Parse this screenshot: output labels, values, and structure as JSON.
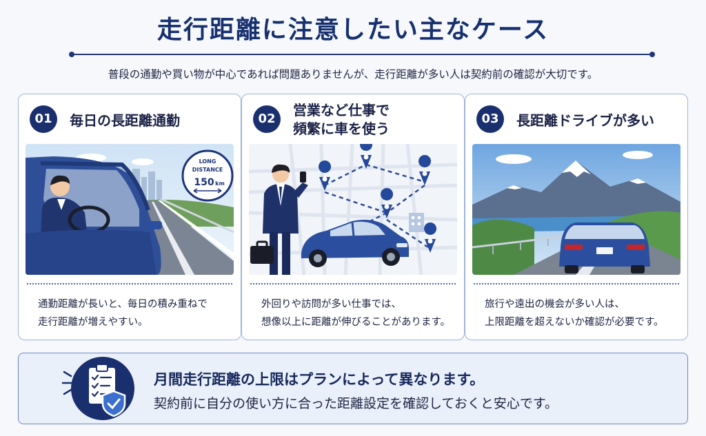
{
  "title": "走行距離に注意したい主なケース",
  "subtitle": "普段の通勤や買い物が中心であれば問題ありませんが、走行距離が多い人は契約前の確認が大切です。",
  "cards": [
    {
      "number": "01",
      "title": "毎日の長距離通勤",
      "sign_line1": "LONG",
      "sign_line2": "DISTANCE",
      "sign_value": "150",
      "sign_unit": "km",
      "text_line1": "通勤距離が長いと、毎日の積み重ねで",
      "text_line2": "走行距離が増えやすい。"
    },
    {
      "number": "02",
      "title_line1": "営業など仕事で",
      "title_line2": "頻繁に車を使う",
      "text_line1": "外回りや訪問が多い仕事では、",
      "text_line2": "想像以上に距離が伸びることがあります。"
    },
    {
      "number": "03",
      "title": "長距離ドライブが多い",
      "text_line1": "旅行や遠出の機会が多い人は、",
      "text_line2": "上限距離を超えないか確認が必要です。"
    }
  ],
  "bottom": {
    "line1": "月間走行距離の上限はプランによって異なります。",
    "line2": "契約前に自分の使い方に合った距離設定を確認しておくと安心です。"
  },
  "icons": {
    "card1": "commute-car-icon",
    "card2": "map-route-icon",
    "card3": "mountain-drive-icon",
    "bottom": "clipboard-shield-icon"
  },
  "colors": {
    "navy": "#1a2f6e",
    "car_blue": "#2b4f9e",
    "border": "#9fb3d9",
    "pin": "#24489a"
  }
}
